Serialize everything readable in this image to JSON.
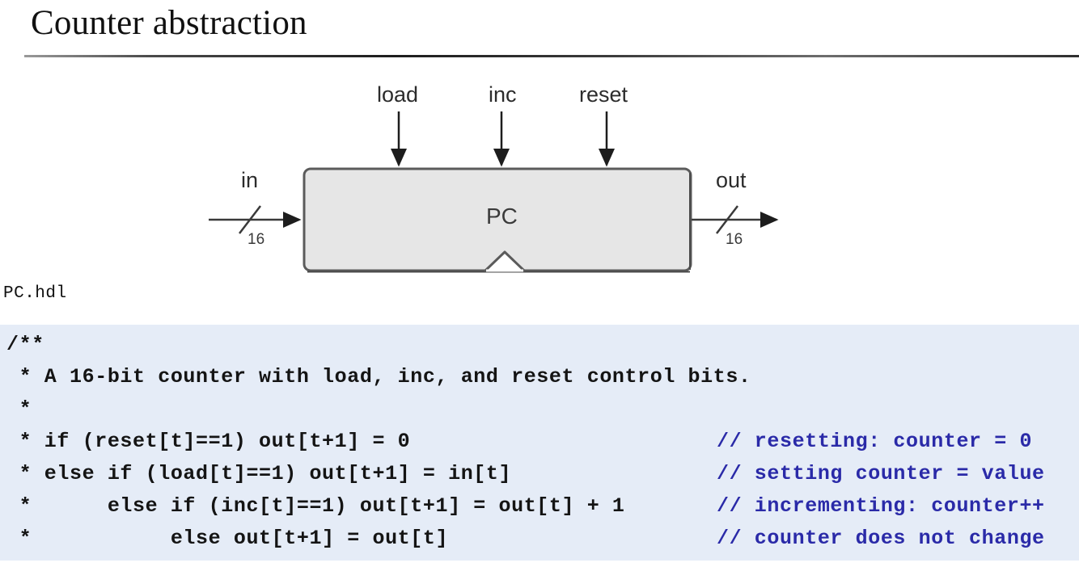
{
  "slide": {
    "title": "Counter abstraction"
  },
  "diagram": {
    "chip_label": "PC",
    "top_inputs": [
      {
        "name": "load"
      },
      {
        "name": "inc"
      },
      {
        "name": "reset"
      }
    ],
    "left_input": {
      "name": "in",
      "bus_width": "16"
    },
    "right_output": {
      "name": "out",
      "bus_width": "16"
    },
    "clock_marker": "clock-triangle"
  },
  "file": {
    "name": "PC.hdl"
  },
  "code": {
    "background_color": "#e5ecf7",
    "text_color": "#141414",
    "comment_color": "#2a2aa8",
    "lines": [
      {
        "code": "/**",
        "comment": ""
      },
      {
        "code": " * A 16-bit counter with load, inc, and reset control bits.",
        "comment": ""
      },
      {
        "code": " *",
        "comment": ""
      },
      {
        "code": " * if (reset[t]==1) out[t+1] = 0",
        "comment": "// resetting: counter = 0"
      },
      {
        "code": " * else if (load[t]==1) out[t+1] = in[t]",
        "comment": "// setting counter = value"
      },
      {
        "code": " *      else if (inc[t]==1) out[t+1] = out[t] + 1",
        "comment": "// incrementing: counter++"
      },
      {
        "code": " *           else out[t+1] = out[t]",
        "comment": "// counter does not change"
      }
    ]
  }
}
